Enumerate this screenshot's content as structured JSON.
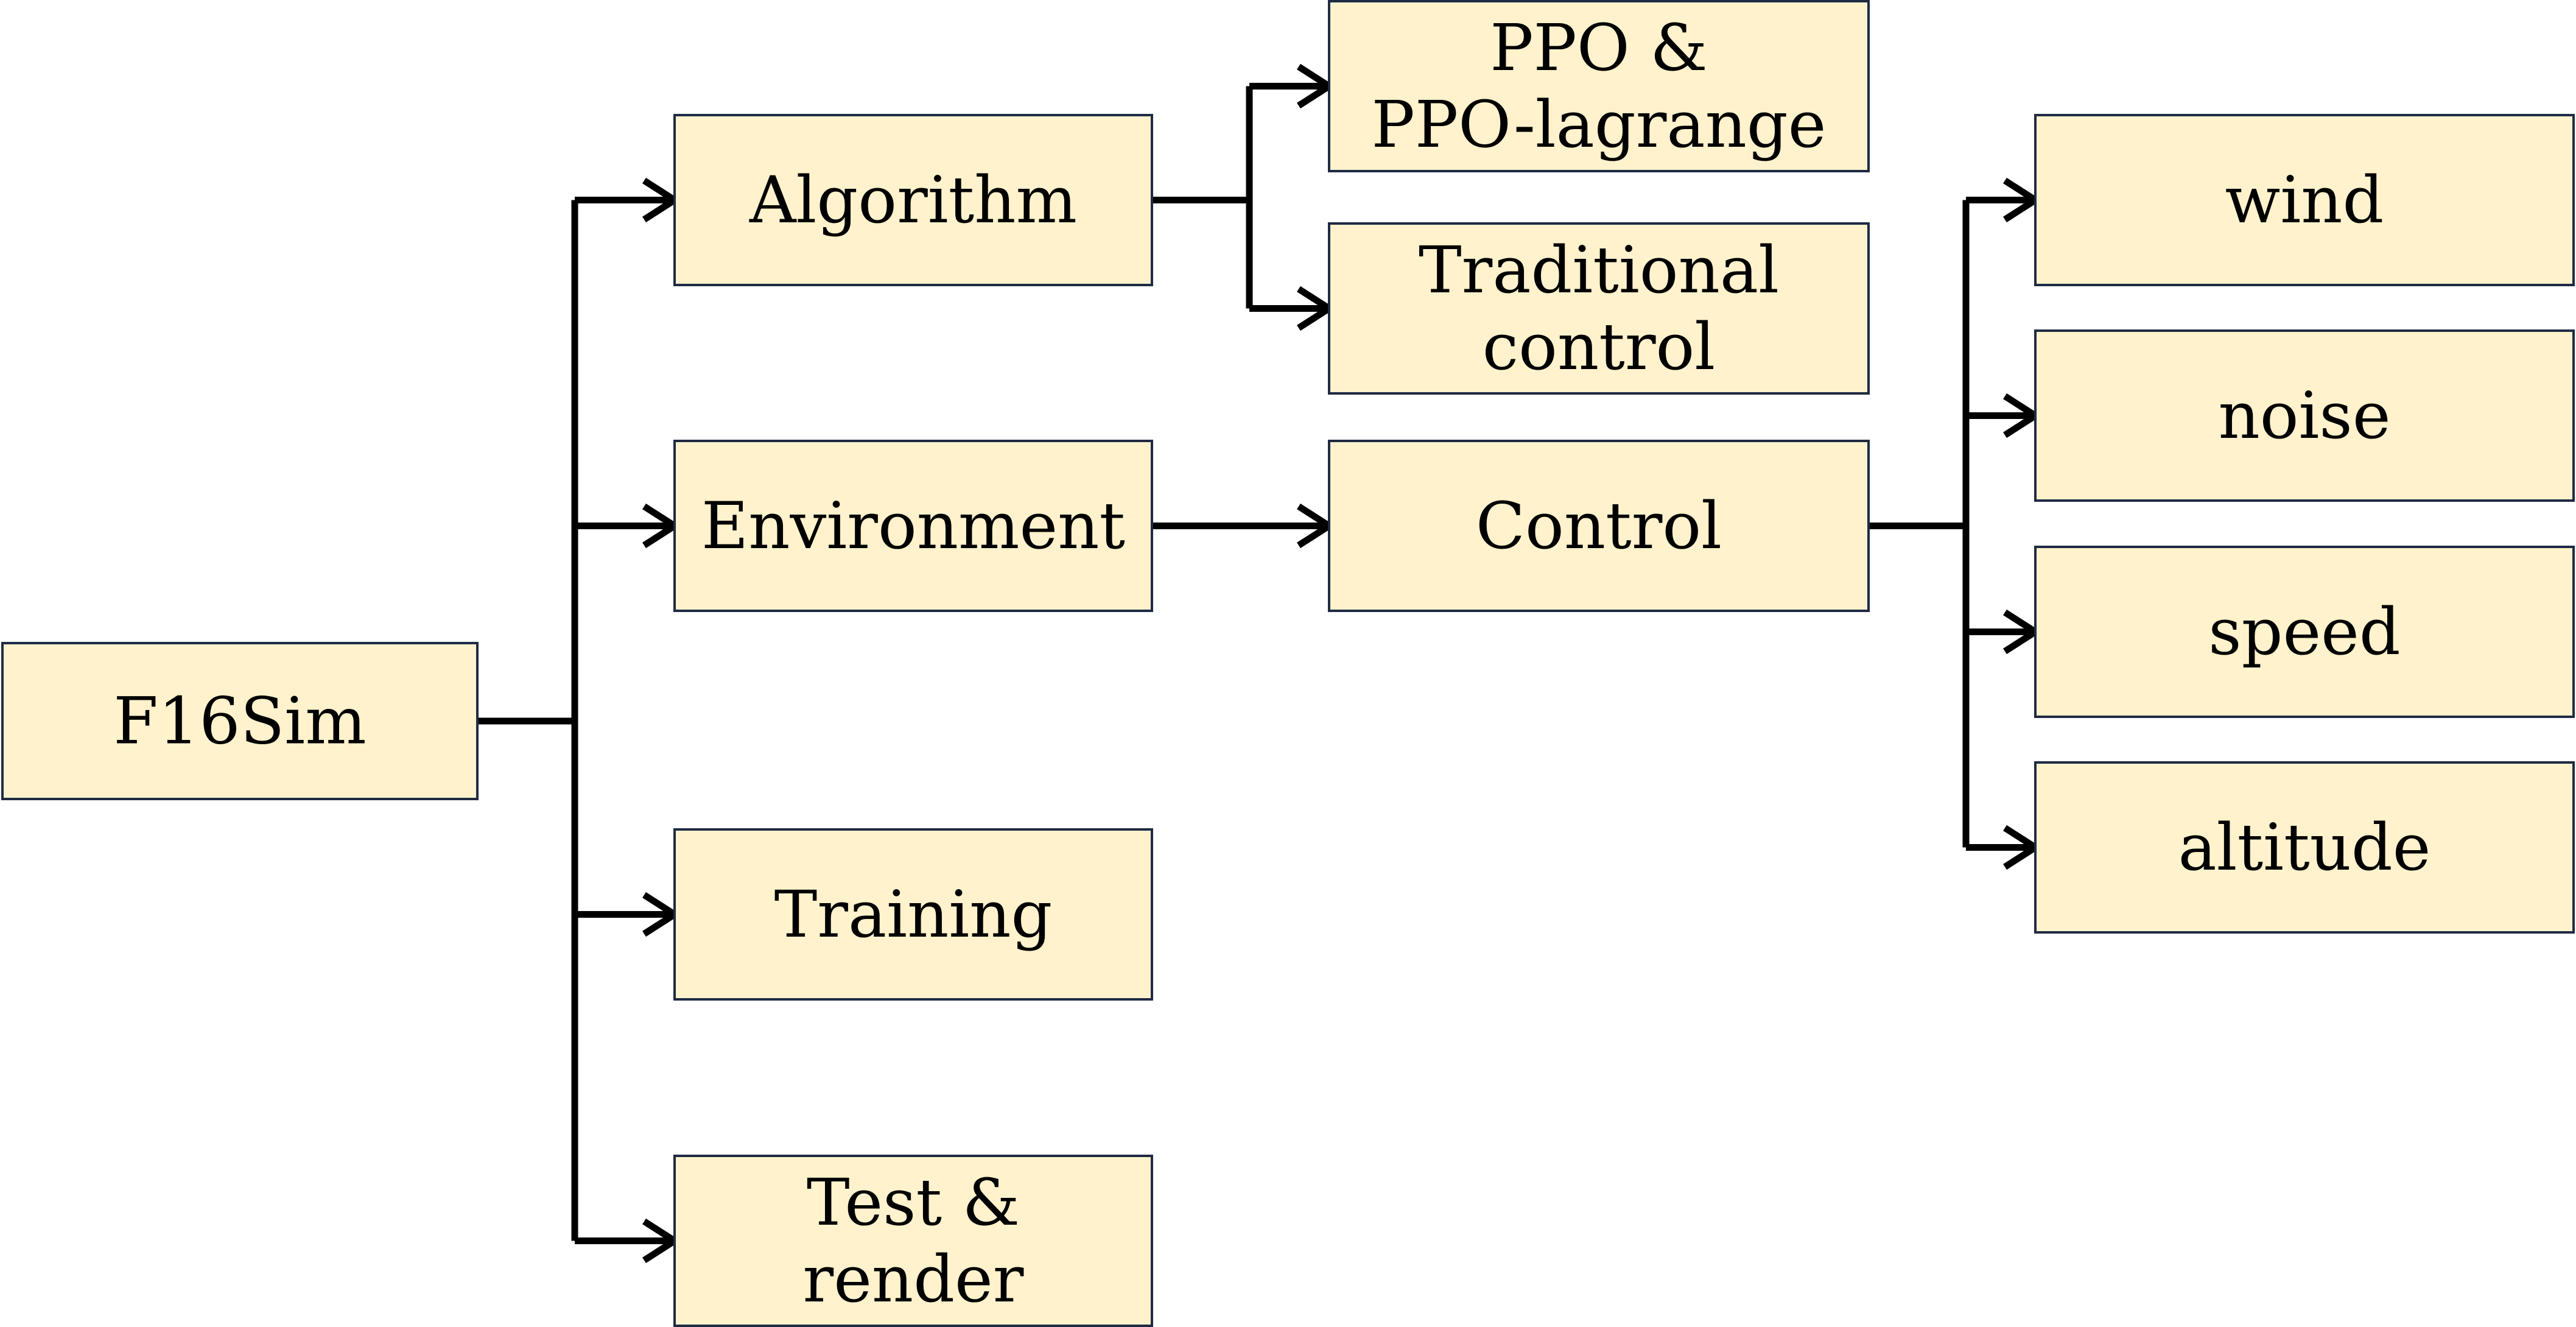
{
  "colors": {
    "node_fill": "#FFF2CC",
    "node_border": "#1F2A44",
    "connector": "#000000",
    "text": "#000000"
  },
  "nodes": {
    "f16sim": [
      "F16Sim"
    ],
    "algorithm": [
      "Algorithm"
    ],
    "environment": [
      "Environment"
    ],
    "training": [
      "Training"
    ],
    "test_render": [
      "Test &",
      "render"
    ],
    "ppo": [
      "PPO  &",
      "PPO-lagrange"
    ],
    "traditional_control": [
      "Traditional",
      "control"
    ],
    "control": [
      "Control"
    ],
    "wind": [
      "wind"
    ],
    "noise": [
      "noise"
    ],
    "speed": [
      "speed"
    ],
    "altitude": [
      "altitude"
    ]
  },
  "edges": [
    {
      "from": "f16sim",
      "to": "algorithm"
    },
    {
      "from": "f16sim",
      "to": "environment"
    },
    {
      "from": "f16sim",
      "to": "training"
    },
    {
      "from": "f16sim",
      "to": "test_render"
    },
    {
      "from": "algorithm",
      "to": "ppo"
    },
    {
      "from": "algorithm",
      "to": "traditional_control"
    },
    {
      "from": "environment",
      "to": "control"
    },
    {
      "from": "control",
      "to": "wind"
    },
    {
      "from": "control",
      "to": "noise"
    },
    {
      "from": "control",
      "to": "speed"
    },
    {
      "from": "control",
      "to": "altitude"
    }
  ]
}
